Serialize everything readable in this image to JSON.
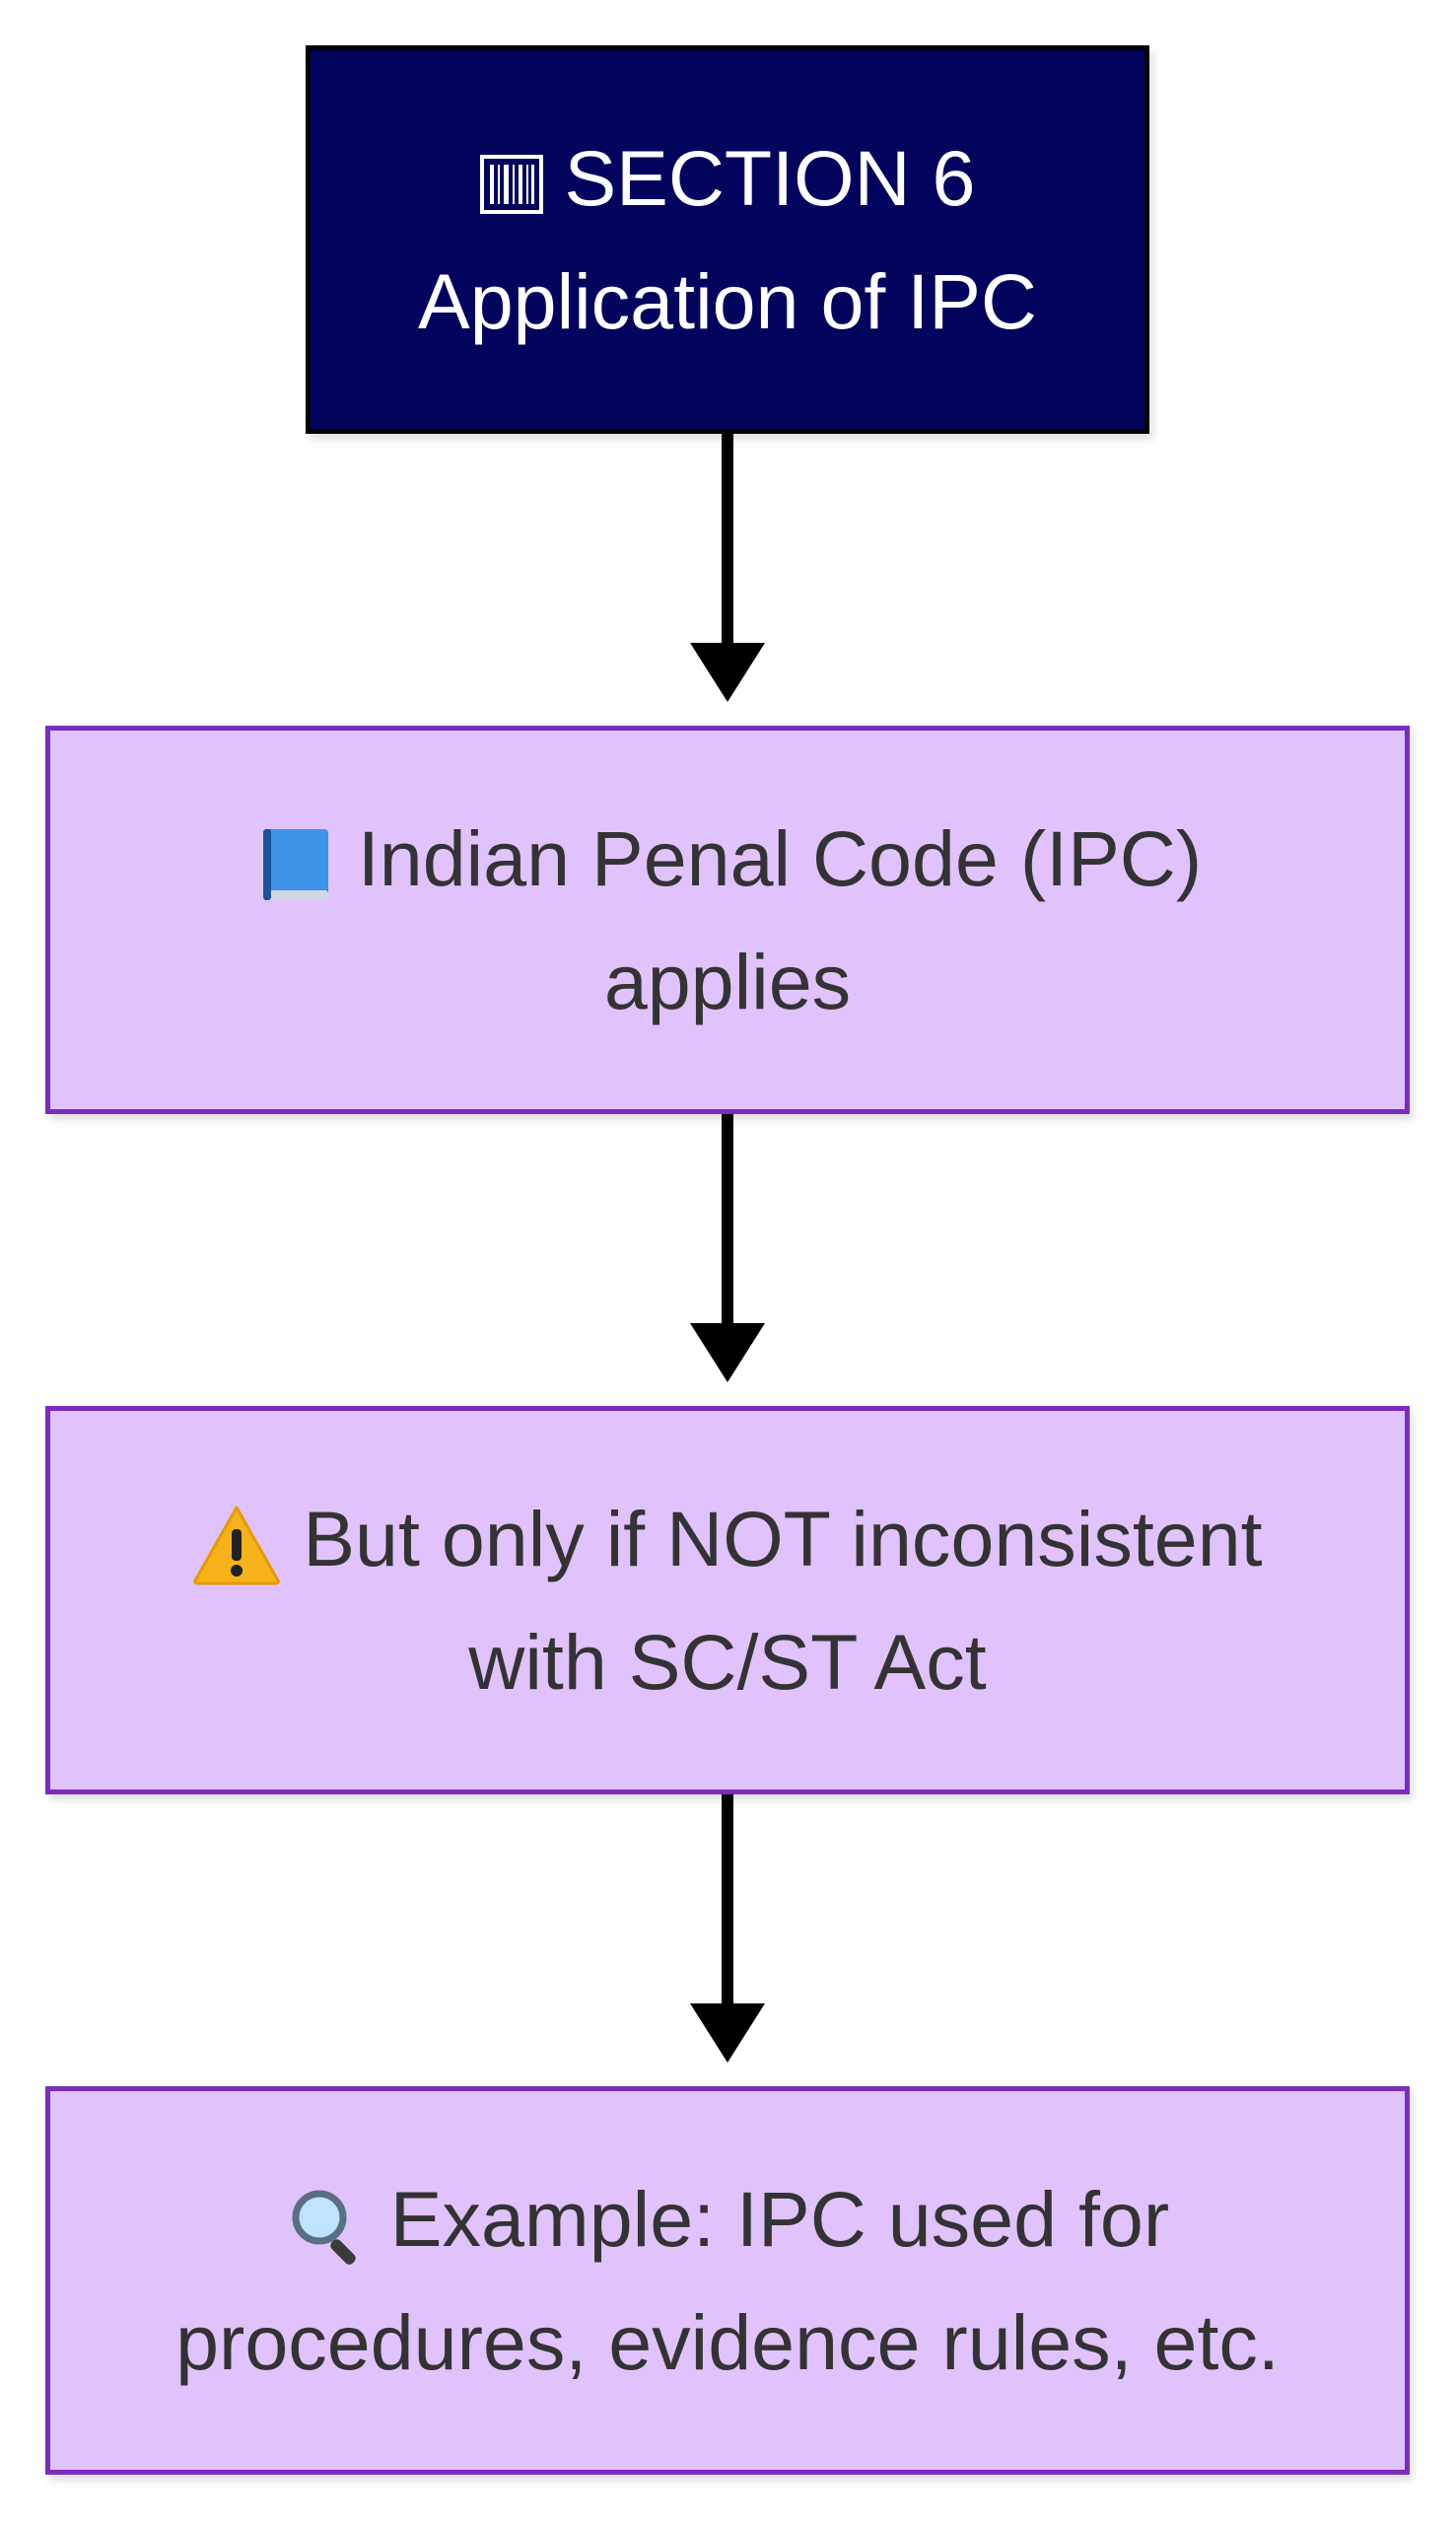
{
  "diagram": {
    "title": {
      "icon": "barcode-icon",
      "line1": "SECTION 6",
      "line2": "Application of IPC"
    },
    "nodes": [
      {
        "icon": "blue-book-icon",
        "line1": "Indian Penal Code (IPC)",
        "line2": "applies"
      },
      {
        "icon": "warning-icon",
        "line1": "But only if NOT inconsistent",
        "line2": "with SC/ST Act"
      },
      {
        "icon": "magnifying-glass-icon",
        "line1": "Example: IPC used for",
        "line2": "procedures, evidence rules, etc."
      }
    ],
    "colors": {
      "title_fill": "#03045e",
      "title_border": "#000000",
      "node_fill": "#e0c3fc",
      "node_border": "#7b2cbf",
      "arrow": "#000000"
    }
  }
}
